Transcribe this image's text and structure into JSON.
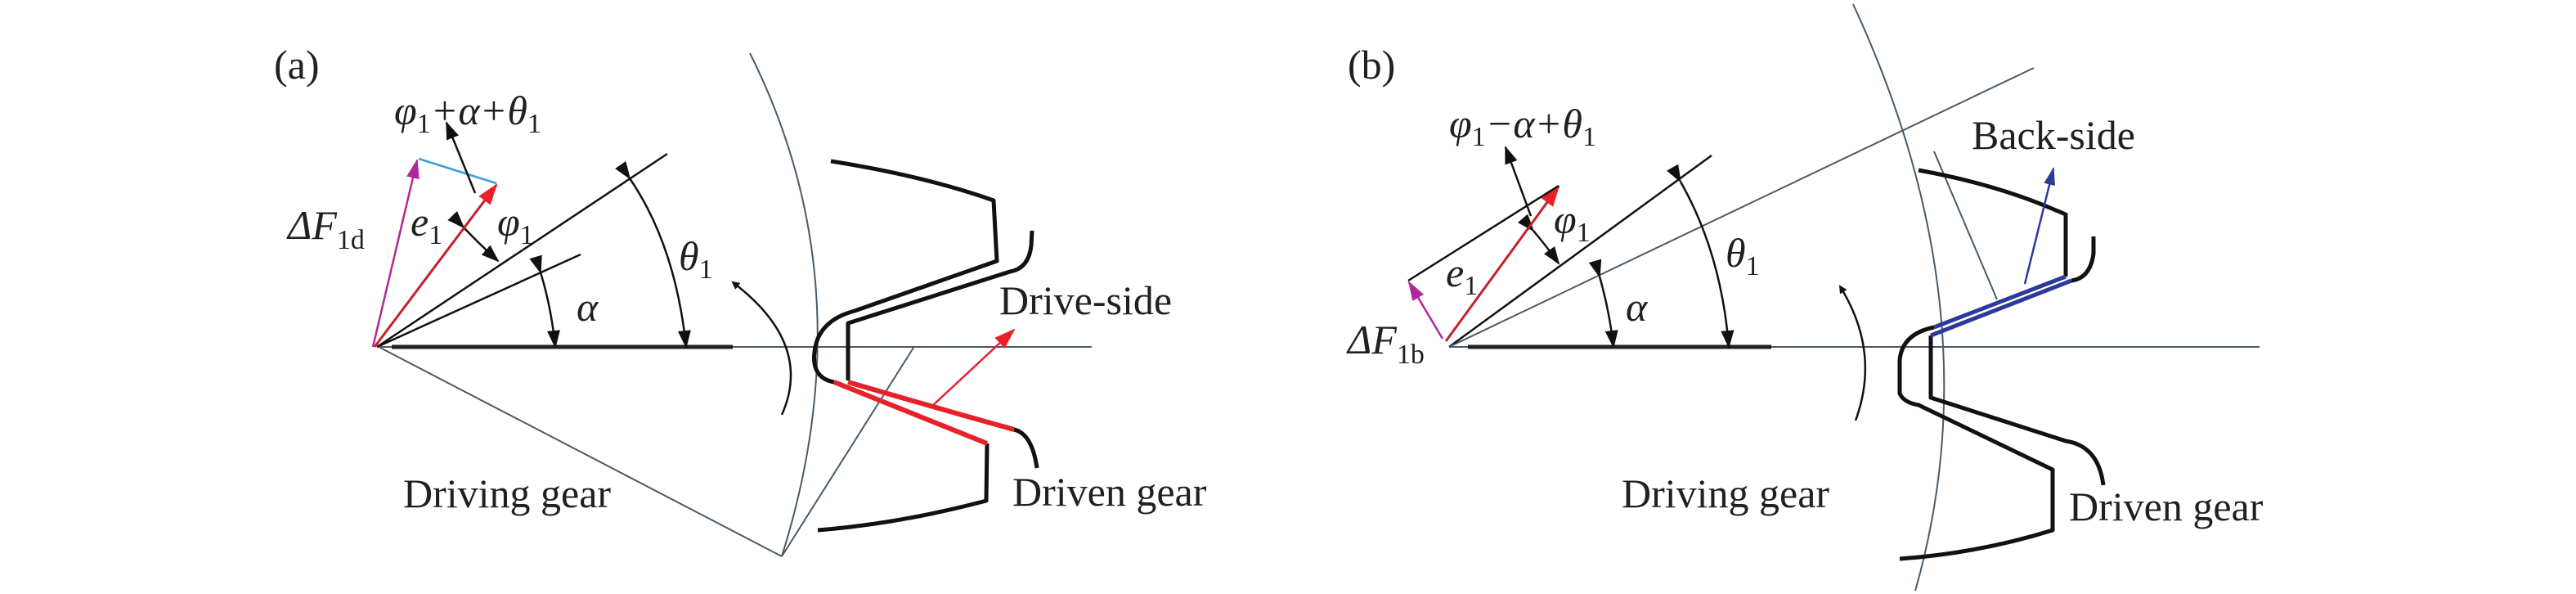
{
  "panels": [
    {
      "tag": "(a)",
      "vector_label": {
        "phi": "φ",
        "phi_sub": "1",
        "alpha_part": "+α+",
        "theta": "θ",
        "theta_sub": "1"
      },
      "force_label": {
        "main": "ΔF",
        "sub": "1d"
      },
      "e_label": {
        "main": "e",
        "sub": "1"
      },
      "phi_label": {
        "main": "φ",
        "sub": "1"
      },
      "theta_label": {
        "main": "θ",
        "sub": "1"
      },
      "alpha_label": "α",
      "side_label": "Drive-side",
      "driving_gear": "Driving gear",
      "driven_gear": "Driven gear",
      "contact_color": "#e8202a"
    },
    {
      "tag": "(b)",
      "vector_label": {
        "phi": "φ",
        "phi_sub": "1",
        "alpha_part": "−α+",
        "theta": "θ",
        "theta_sub": "1"
      },
      "force_label": {
        "main": "ΔF",
        "sub": "1b"
      },
      "e_label": {
        "main": "e",
        "sub": "1"
      },
      "phi_label": {
        "main": "φ",
        "sub": "1"
      },
      "theta_label": {
        "main": "θ",
        "sub": "1"
      },
      "alpha_label": "α",
      "side_label": "Back-side",
      "driving_gear": "Driving gear",
      "driven_gear": "Driven gear",
      "contact_color": "#2b3a9a"
    }
  ],
  "colors": {
    "force": "#b0279b",
    "e": "#e8202a",
    "offset": "#3aa0d8"
  }
}
